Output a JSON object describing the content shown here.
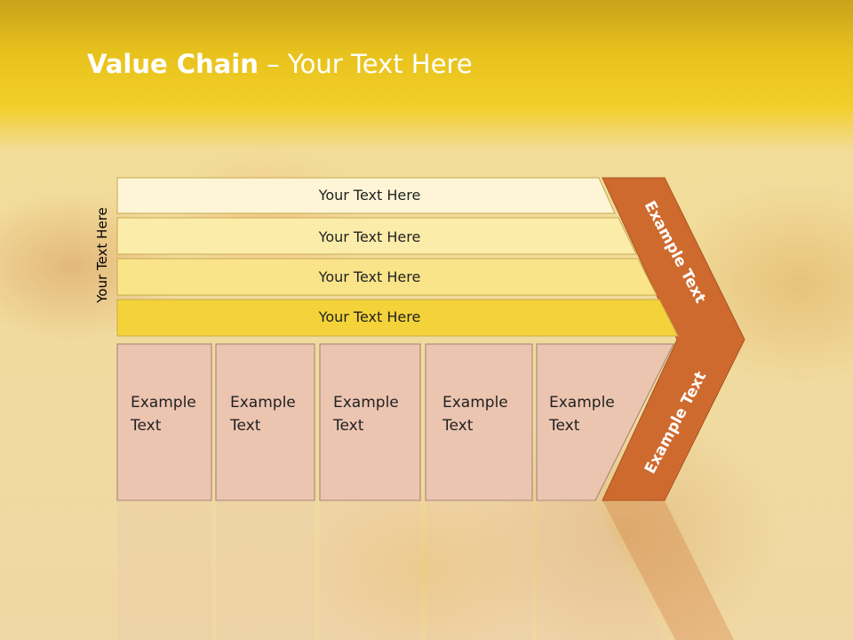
{
  "title": {
    "bold": "Value Chain",
    "rest": " – Your Text Here"
  },
  "side_label": "Your Text Here",
  "bars": [
    {
      "label": "Your Text Here",
      "color": "#fdf5d6"
    },
    {
      "label": "Your Text Here",
      "color": "#fcecaa"
    },
    {
      "label": "Your Text Here",
      "color": "#f9e48a"
    },
    {
      "label": "Your Text Here",
      "color": "#f4d33a"
    }
  ],
  "boxes": [
    {
      "line1": "Example",
      "line2": "Text"
    },
    {
      "line1": "Example",
      "line2": "Text"
    },
    {
      "line1": "Example",
      "line2": "Text"
    },
    {
      "line1": "Example",
      "line2": "Text"
    },
    {
      "line1": "Example",
      "line2": "Text"
    }
  ],
  "chevron": {
    "top_label": "Example Text",
    "bottom_label": "Example Text",
    "color": "#cf6a2e"
  },
  "colors": {
    "box_fill": "#ecc5b1",
    "box_border": "#a08070"
  }
}
